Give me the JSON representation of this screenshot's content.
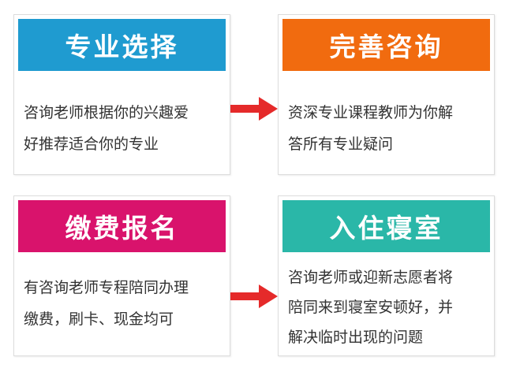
{
  "colors": {
    "blue": "#1f9bd0",
    "orange": "#f16b0f",
    "magenta": "#d9136c",
    "teal": "#2ab7a8",
    "arrow": "#e52a2a"
  },
  "steps": [
    {
      "title": "专业选择",
      "lines": [
        "咨询老师根据你的兴趣爱",
        "好推荐适合你的专业"
      ]
    },
    {
      "title": "完善咨询",
      "lines": [
        "资深专业课程教师为你解",
        "答所有专业疑问"
      ]
    },
    {
      "title": "缴费报名",
      "lines": [
        "有咨询老师专程陪同办理",
        "缴费，刷卡、现金均可"
      ]
    },
    {
      "title": "入住寝室",
      "lines": [
        "咨询老师或迎新志愿者将",
        "陪同来到寝室安顿好，并",
        "解决临时出现的问题"
      ]
    }
  ],
  "icons": [
    "arrow-right-icon",
    "arrow-right-icon"
  ]
}
